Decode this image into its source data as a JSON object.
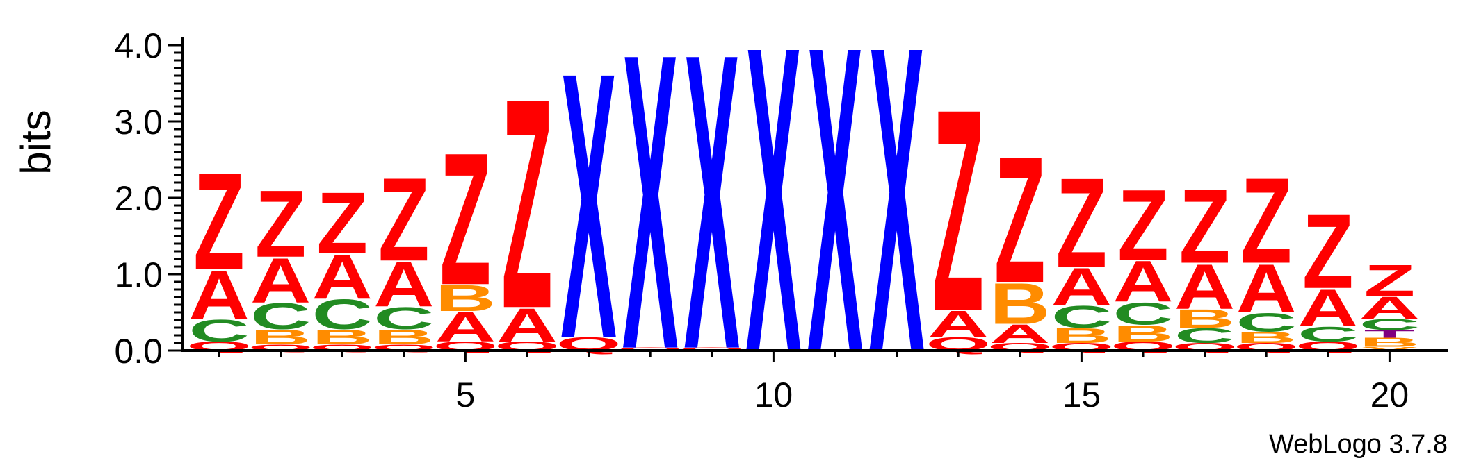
{
  "chart_data": {
    "type": "sequence-logo",
    "ylabel": "bits",
    "ylim": [
      0,
      4.0
    ],
    "y_ticks": [
      "0.0",
      "1.0",
      "2.0",
      "3.0",
      "4.0"
    ],
    "x_ticks": [
      5,
      10,
      15,
      20
    ],
    "x_tick_labels": [
      "5",
      "10",
      "15",
      "20"
    ],
    "positions": 20,
    "credit": "WebLogo 3.7.8",
    "colors": {
      "Z": "#ff0000",
      "A": "#ff0000",
      "Q": "#ff0000",
      "X": "#0000ff",
      "C": "#228b22",
      "B": "#ff8c00",
      "T": "#800080",
      "V": "#ff8c00"
    },
    "stacks": [
      {
        "position": 1,
        "letters": [
          {
            "char": "Q",
            "height": 0.12
          },
          {
            "char": "C",
            "height": 0.3
          },
          {
            "char": "A",
            "height": 0.65
          },
          {
            "char": "Z",
            "height": 1.3
          }
        ]
      },
      {
        "position": 2,
        "letters": [
          {
            "char": "Q",
            "height": 0.08
          },
          {
            "char": "B",
            "height": 0.2
          },
          {
            "char": "C",
            "height": 0.35
          },
          {
            "char": "A",
            "height": 0.6
          },
          {
            "char": "Z",
            "height": 0.9
          }
        ]
      },
      {
        "position": 3,
        "letters": [
          {
            "char": "Q",
            "height": 0.08
          },
          {
            "char": "B",
            "height": 0.2
          },
          {
            "char": "C",
            "height": 0.4
          },
          {
            "char": "A",
            "height": 0.6
          },
          {
            "char": "Z",
            "height": 0.82
          }
        ]
      },
      {
        "position": 4,
        "letters": [
          {
            "char": "Q",
            "height": 0.08
          },
          {
            "char": "B",
            "height": 0.2
          },
          {
            "char": "C",
            "height": 0.3
          },
          {
            "char": "A",
            "height": 0.6
          },
          {
            "char": "Z",
            "height": 1.12
          }
        ]
      },
      {
        "position": 5,
        "letters": [
          {
            "char": "Q",
            "height": 0.12
          },
          {
            "char": "A",
            "height": 0.4
          },
          {
            "char": "B",
            "height": 0.35
          },
          {
            "char": "Z",
            "height": 1.78
          }
        ]
      },
      {
        "position": 6,
        "letters": [
          {
            "char": "Q",
            "height": 0.12
          },
          {
            "char": "A",
            "height": 0.45
          },
          {
            "char": "Z",
            "height": 2.82
          }
        ]
      },
      {
        "position": 7,
        "letters": [
          {
            "char": "Q",
            "height": 0.18
          },
          {
            "char": "X",
            "height": 3.58
          }
        ]
      },
      {
        "position": 8,
        "letters": [
          {
            "char": "Q",
            "height": 0.04
          },
          {
            "char": "X",
            "height": 3.98
          }
        ]
      },
      {
        "position": 9,
        "letters": [
          {
            "char": "Q",
            "height": 0.04
          },
          {
            "char": "X",
            "height": 3.98
          }
        ]
      },
      {
        "position": 10,
        "letters": [
          {
            "char": "X",
            "height": 4.12
          }
        ]
      },
      {
        "position": 11,
        "letters": [
          {
            "char": "X",
            "height": 4.12
          }
        ]
      },
      {
        "position": 12,
        "letters": [
          {
            "char": "X",
            "height": 4.12
          }
        ]
      },
      {
        "position": 13,
        "letters": [
          {
            "char": "Q",
            "height": 0.18
          },
          {
            "char": "A",
            "height": 0.35
          },
          {
            "char": "Z",
            "height": 2.72
          }
        ]
      },
      {
        "position": 14,
        "letters": [
          {
            "char": "Q",
            "height": 0.1
          },
          {
            "char": "A",
            "height": 0.25
          },
          {
            "char": "B",
            "height": 0.55
          },
          {
            "char": "Z",
            "height": 1.7
          }
        ]
      },
      {
        "position": 15,
        "letters": [
          {
            "char": "Q",
            "height": 0.1
          },
          {
            "char": "B",
            "height": 0.2
          },
          {
            "char": "C",
            "height": 0.3
          },
          {
            "char": "A",
            "height": 0.5
          },
          {
            "char": "Z",
            "height": 1.2
          }
        ]
      },
      {
        "position": 16,
        "letters": [
          {
            "char": "Q",
            "height": 0.12
          },
          {
            "char": "B",
            "height": 0.22
          },
          {
            "char": "C",
            "height": 0.3
          },
          {
            "char": "A",
            "height": 0.55
          },
          {
            "char": "Z",
            "height": 0.95
          }
        ]
      },
      {
        "position": 17,
        "letters": [
          {
            "char": "Q",
            "height": 0.1
          },
          {
            "char": "C",
            "height": 0.2
          },
          {
            "char": "B",
            "height": 0.25
          },
          {
            "char": "A",
            "height": 0.6
          },
          {
            "char": "Z",
            "height": 1.0
          }
        ]
      },
      {
        "position": 18,
        "letters": [
          {
            "char": "Q",
            "height": 0.1
          },
          {
            "char": "B",
            "height": 0.15
          },
          {
            "char": "C",
            "height": 0.25
          },
          {
            "char": "A",
            "height": 0.65
          },
          {
            "char": "Z",
            "height": 1.15
          }
        ]
      },
      {
        "position": 19,
        "letters": [
          {
            "char": "Q",
            "height": 0.12
          },
          {
            "char": "C",
            "height": 0.2
          },
          {
            "char": "A",
            "height": 0.5
          },
          {
            "char": "Z",
            "height": 1.0
          }
        ]
      },
      {
        "position": 20,
        "letters": [
          {
            "char": "V",
            "height": 0.05
          },
          {
            "char": "B",
            "height": 0.12
          },
          {
            "char": "T",
            "height": 0.1
          },
          {
            "char": "C",
            "height": 0.15
          },
          {
            "char": "A",
            "height": 0.3
          },
          {
            "char": "Z",
            "height": 0.42
          }
        ]
      }
    ]
  }
}
